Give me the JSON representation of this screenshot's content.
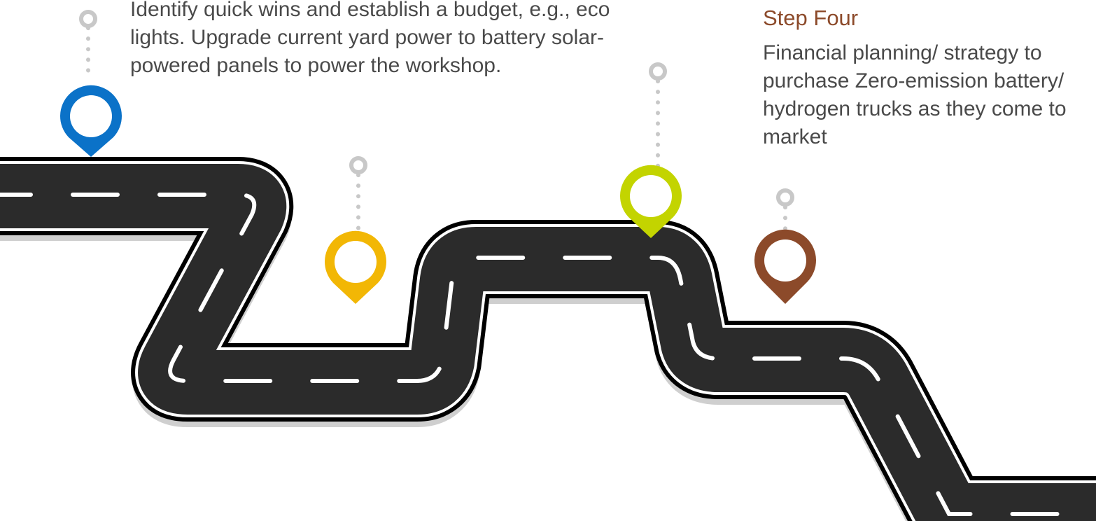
{
  "step_one": {
    "description": "Identify quick wins and establish a budget, e.g., eco lights. Upgrade current yard power to battery solar-powered panels to power the workshop."
  },
  "step_four": {
    "title": "Step Four",
    "description": "Financial planning/ strategy to purchase Zero-emission battery/ hydrogen trucks as they come to market"
  },
  "pins": [
    {
      "id": "pin-1",
      "color": "#0b72c8",
      "icon": "map-pin-icon"
    },
    {
      "id": "pin-2",
      "color": "#f2b705",
      "icon": "map-pin-icon"
    },
    {
      "id": "pin-3",
      "color": "#c3d400",
      "icon": "map-pin-icon"
    },
    {
      "id": "pin-4",
      "color": "#8c4a2a",
      "icon": "map-pin-icon"
    }
  ],
  "colors": {
    "road": "#2b2b2b",
    "road_outline": "#000000",
    "shadow": "#cfcfcf",
    "stem": "#c8c8c8",
    "text": "#4a4a4a",
    "step_four_title": "#8c4a2a"
  }
}
